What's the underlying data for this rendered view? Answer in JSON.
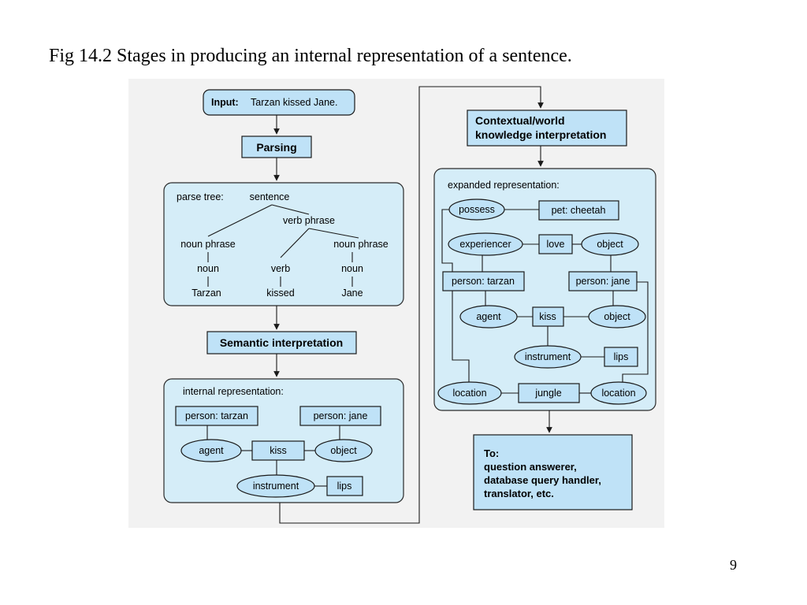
{
  "caption": "Fig 14.2 Stages in producing an internal representation of a sentence.",
  "page_number": "9",
  "left_column": {
    "input_label": "Input:",
    "input_text": "Tarzan kissed Jane.",
    "parsing": "Parsing",
    "parse_tree": {
      "title": "parse tree:",
      "root": "sentence",
      "verb_phrase": "verb phrase",
      "noun_phrase_left": "noun phrase",
      "noun_phrase_right": "noun phrase",
      "noun_left": "noun",
      "verb": "verb",
      "noun_right": "noun",
      "word_tarzan": "Tarzan",
      "word_kissed": "kissed",
      "word_jane": "Jane"
    },
    "semantic": "Semantic interpretation",
    "internal": {
      "title": "internal representation:",
      "person_tarzan": "person: tarzan",
      "person_jane": "person: jane",
      "agent": "agent",
      "kiss": "kiss",
      "object": "object",
      "instrument": "instrument",
      "lips": "lips"
    }
  },
  "right_column": {
    "contextual_line1": "Contextual/world",
    "contextual_line2": "knowledge interpretation",
    "expanded": {
      "title": "expanded representation:",
      "possess": "possess",
      "pet_cheetah": "pet: cheetah",
      "experiencer": "experiencer",
      "love": "love",
      "object_top": "object",
      "person_tarzan": "person: tarzan",
      "person_jane": "person: jane",
      "agent": "agent",
      "kiss": "kiss",
      "object_mid": "object",
      "instrument": "instrument",
      "lips": "lips",
      "location_left": "location",
      "jungle": "jungle",
      "location_right": "location"
    },
    "to": {
      "line1": "To:",
      "line2": "question answerer,",
      "line3": "database query handler,",
      "line4": "translator, etc."
    }
  }
}
